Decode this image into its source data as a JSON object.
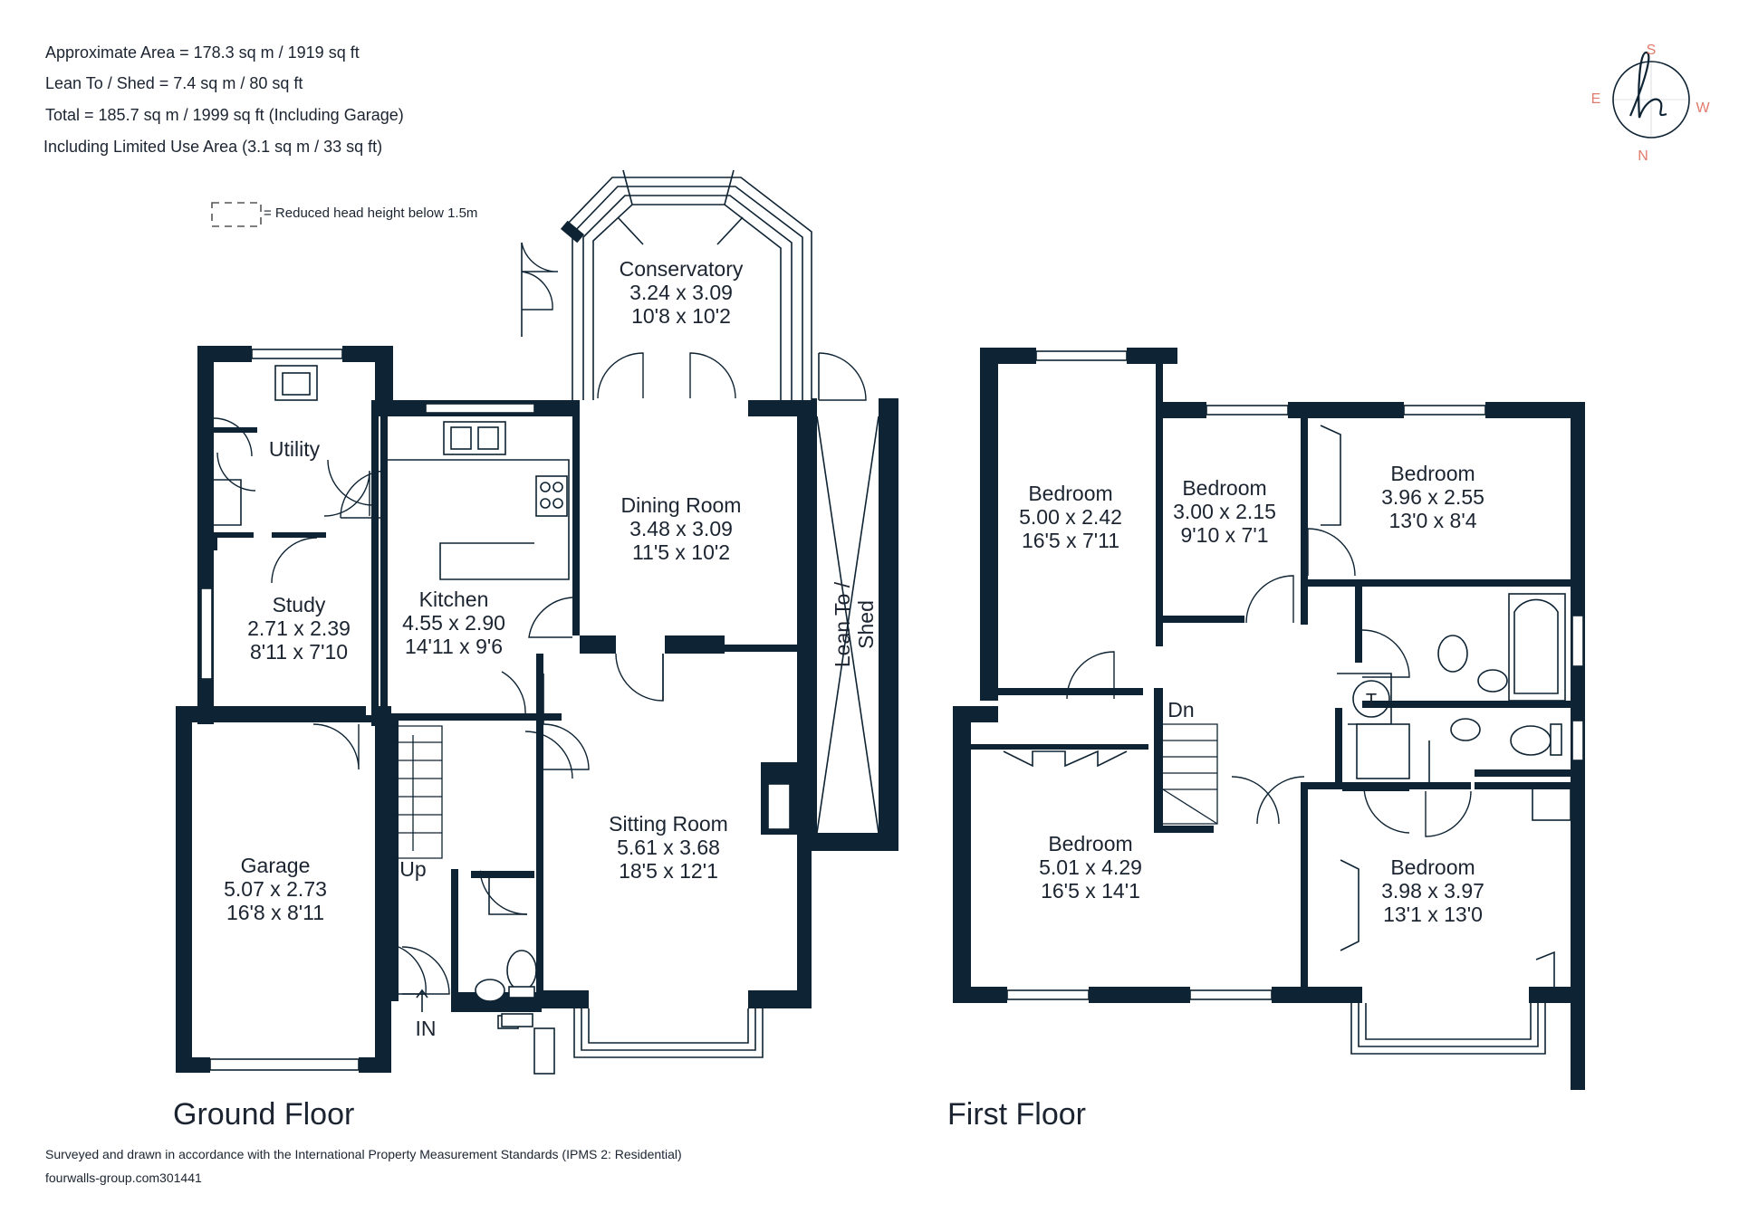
{
  "header": {
    "area_lines": [
      "Approximate Area = 178.3 sq m / 1919 sq ft",
      "Lean To / Shed = 7.4 sq m / 80 sq ft",
      "Total = 185.7 sq m / 1999 sq ft (Including Garage)",
      "Including Limited Use Area (3.1 sq m / 33 sq ft)"
    ],
    "legend_text": "= Reduced head height below 1.5m"
  },
  "compass": {
    "top": "S",
    "left": "E",
    "right": "W",
    "bottom": "N",
    "accent_color": "#e07a6b",
    "logo_letter": "h"
  },
  "ground_floor": {
    "label": "Ground Floor",
    "rooms": {
      "conservatory": {
        "name": "Conservatory",
        "metric": "3.24 x 3.09",
        "imperial": "10'8 x 10'2"
      },
      "utility": {
        "name": "Utility"
      },
      "kitchen": {
        "name": "Kitchen",
        "metric": "4.55 x 2.90",
        "imperial": "14'11 x 9'6"
      },
      "dining": {
        "name": "Dining Room",
        "metric": "3.48 x 3.09",
        "imperial": "11'5 x 10'2"
      },
      "study": {
        "name": "Study",
        "metric": "2.71 x 2.39",
        "imperial": "8'11 x 7'10"
      },
      "lean_to": {
        "line1": "Lean To /",
        "line2": "Shed"
      },
      "garage": {
        "name": "Garage",
        "metric": "5.07 x 2.73",
        "imperial": "16'8 x 8'11"
      },
      "sitting": {
        "name": "Sitting Room",
        "metric": "5.61 x 3.68",
        "imperial": "18'5 x 12'1"
      }
    },
    "stairs_label": "Up",
    "entrance_label": "IN"
  },
  "first_floor": {
    "label": "First Floor",
    "rooms": {
      "bed1": {
        "name": "Bedroom",
        "metric": "5.00 x 2.42",
        "imperial": "16'5 x 7'11"
      },
      "bed2": {
        "name": "Bedroom",
        "metric": "3.00 x 2.15",
        "imperial": "9'10 x 7'1"
      },
      "bed3": {
        "name": "Bedroom",
        "metric": "3.96 x 2.55",
        "imperial": "13'0 x 8'4"
      },
      "bed4": {
        "name": "Bedroom",
        "metric": "5.01 x 4.29",
        "imperial": "16'5 x 14'1"
      },
      "bed5": {
        "name": "Bedroom",
        "metric": "3.98 x 3.97",
        "imperial": "13'1 x 13'0"
      }
    },
    "stairs_label": "Dn",
    "tank_label": "T"
  },
  "footer": {
    "standards_note": "Surveyed and drawn in accordance with the International Property Measurement Standards (IPMS 2: Residential)",
    "reference": "fourwalls-group.com301441"
  }
}
